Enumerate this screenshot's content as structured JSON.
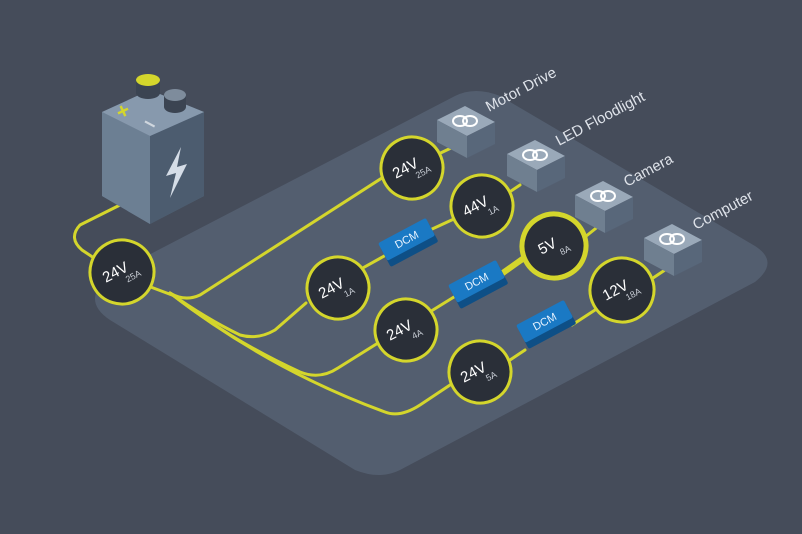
{
  "colors": {
    "background": "#454c5a",
    "platform": "#566273",
    "wire": "#d4d62c",
    "node_fill": "#2a2f38",
    "dcm_blue": "#1a79c4",
    "device_top": "#9aa9b9",
    "battery_body": "#6c7f93"
  },
  "battery": {
    "plus_label": "+",
    "minus_label": "–",
    "symbol": "lightning-bolt-icon"
  },
  "main_node": {
    "voltage": "24V",
    "current": "25A"
  },
  "devices": [
    {
      "label": "Motor Drive",
      "icon": "power-connector-icon"
    },
    {
      "label": "LED Floodlight",
      "icon": "power-connector-icon"
    },
    {
      "label": "Camera",
      "icon": "power-connector-icon"
    },
    {
      "label": "Computer",
      "icon": "power-connector-icon"
    }
  ],
  "branches": [
    {
      "device": "Motor Drive",
      "nodes": [
        {
          "voltage": "24V",
          "current": "25A"
        }
      ],
      "dcm": null
    },
    {
      "device": "LED Floodlight",
      "nodes": [
        {
          "voltage": "24V",
          "current": "1A"
        },
        {
          "voltage": "44V",
          "current": "1A"
        }
      ],
      "dcm": "DCM"
    },
    {
      "device": "Camera",
      "nodes": [
        {
          "voltage": "24V",
          "current": "4A"
        },
        {
          "voltage": "5V",
          "current": "8A"
        }
      ],
      "dcm": "DCM"
    },
    {
      "device": "Computer",
      "nodes": [
        {
          "voltage": "24V",
          "current": "5A"
        },
        {
          "voltage": "12V",
          "current": "18A"
        }
      ],
      "dcm": "DCM"
    }
  ]
}
